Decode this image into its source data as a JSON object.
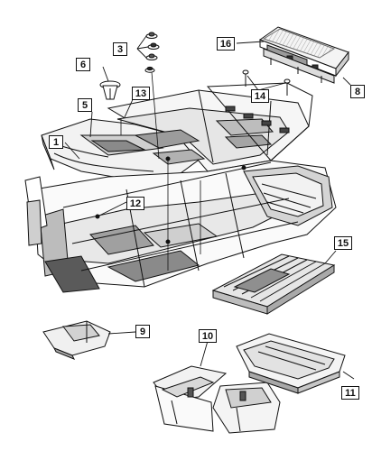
{
  "callouts": {
    "c1": "1",
    "c3": "3",
    "c5": "5",
    "c6": "6",
    "c8": "8",
    "c9": "9",
    "c10": "10",
    "c11": "11",
    "c12": "12",
    "c13": "13",
    "c14": "14",
    "c15": "15",
    "c16": "16"
  },
  "colors": {
    "line": "#111111",
    "fill": "#ffffff",
    "shade": "#bdbdbd",
    "dark": "#4a4a4a"
  }
}
